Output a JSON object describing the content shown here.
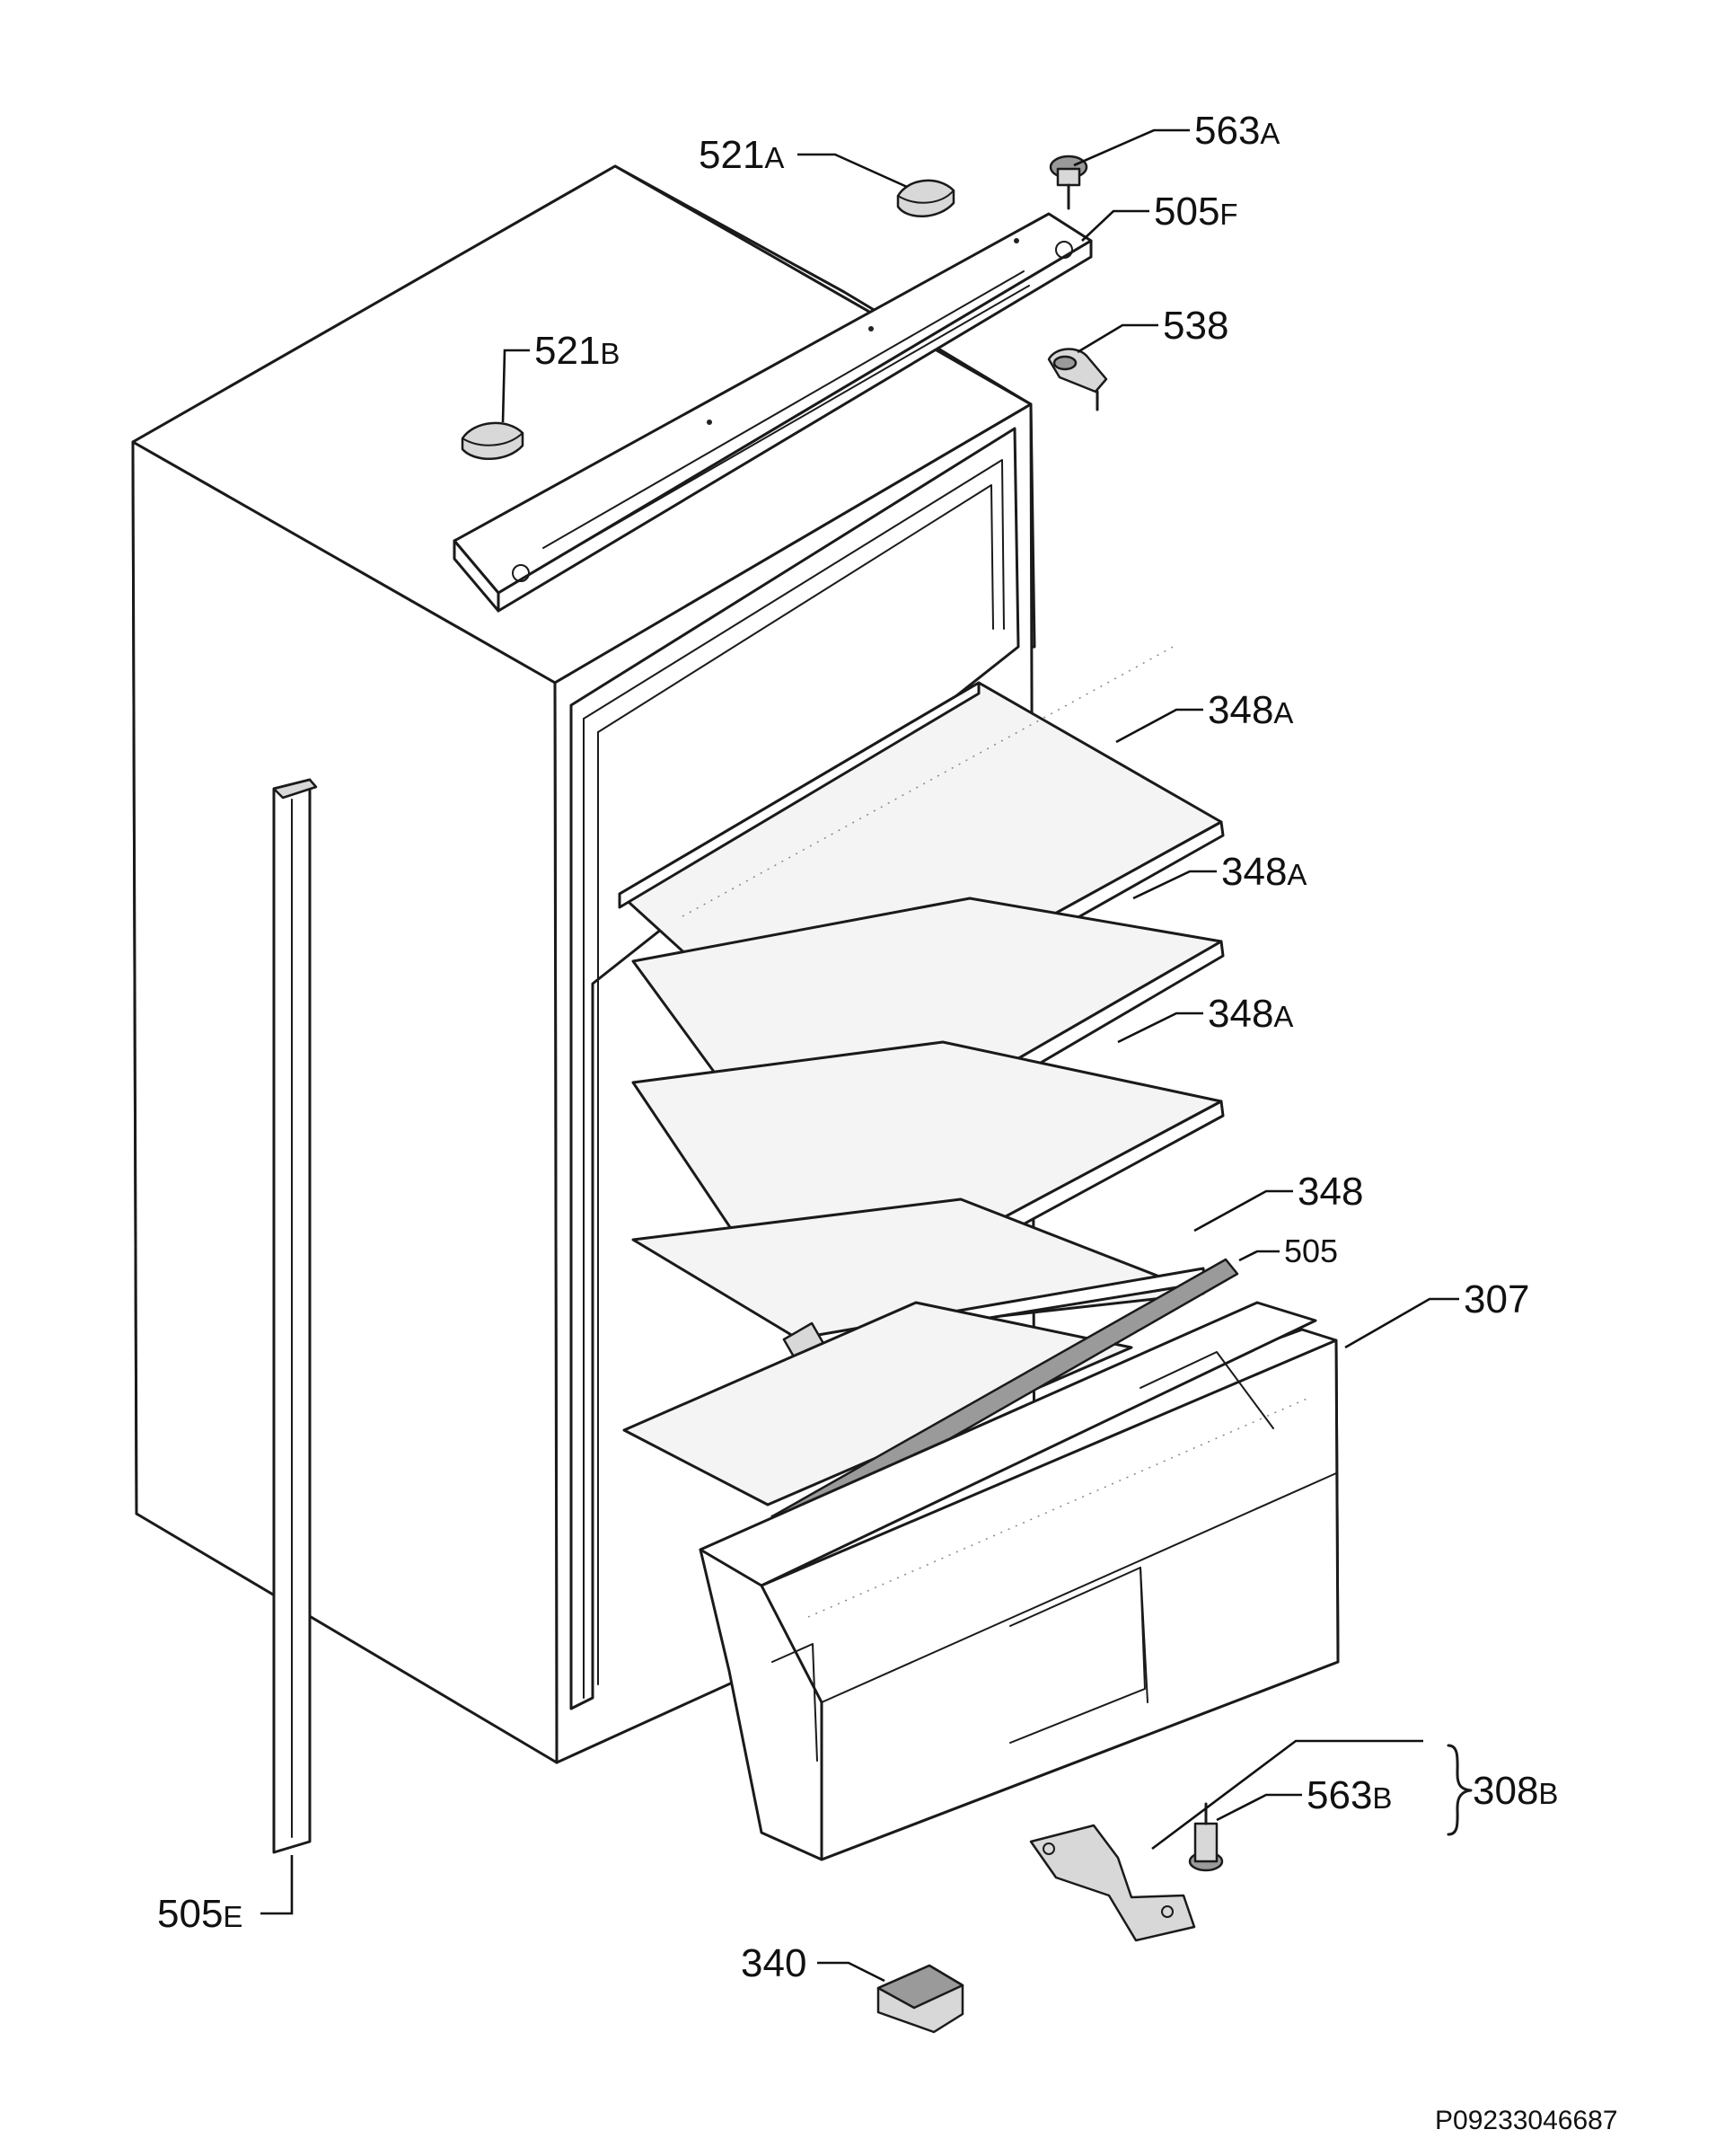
{
  "labels": [
    {
      "id": "521a",
      "num": "521",
      "suffix": "A"
    },
    {
      "id": "563a",
      "num": "563",
      "suffix": "A"
    },
    {
      "id": "505f",
      "num": "505",
      "suffix": "F"
    },
    {
      "id": "538",
      "num": "538",
      "suffix": ""
    },
    {
      "id": "521b",
      "num": "521",
      "suffix": "B"
    },
    {
      "id": "348a-1",
      "num": "348",
      "suffix": "A"
    },
    {
      "id": "348a-2",
      "num": "348",
      "suffix": "A"
    },
    {
      "id": "348a-3",
      "num": "348",
      "suffix": "A"
    },
    {
      "id": "348",
      "num": "348",
      "suffix": ""
    },
    {
      "id": "505",
      "num": "505",
      "suffix": ""
    },
    {
      "id": "307",
      "num": "307",
      "suffix": ""
    },
    {
      "id": "308b",
      "num": "308",
      "suffix": "B"
    },
    {
      "id": "563b",
      "num": "563",
      "suffix": "B"
    },
    {
      "id": "505e",
      "num": "505",
      "suffix": "E"
    },
    {
      "id": "340",
      "num": "340",
      "suffix": ""
    }
  ],
  "drawing_code": "P09233046687"
}
